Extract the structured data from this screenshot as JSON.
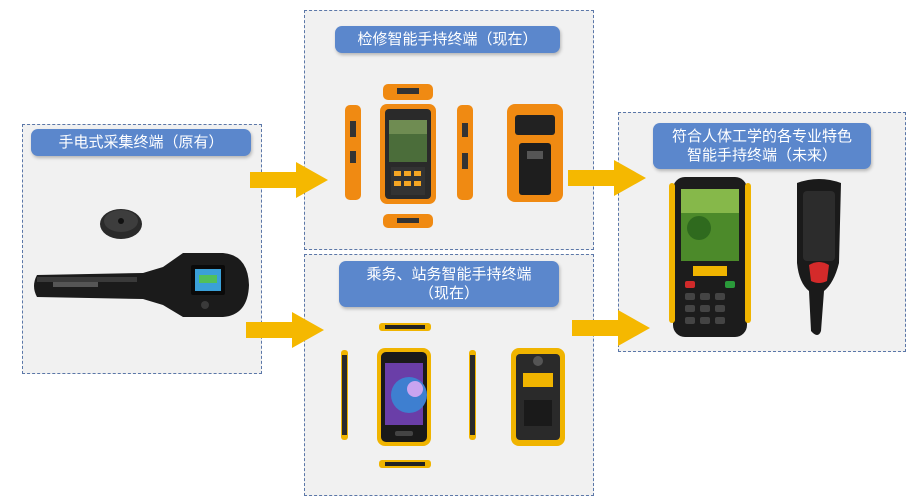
{
  "panels": {
    "original": {
      "title": "手电式采集终端（原有）"
    },
    "maintenance": {
      "title": "检修智能手持终端（现在）"
    },
    "crew": {
      "title_line1": "乘务、站务智能手持终端",
      "title_line2": "（现在）"
    },
    "future": {
      "title_line1": "符合人体工学的各专业特色",
      "title_line2": "智能手持终端（未来）"
    }
  },
  "colors": {
    "panel_bg": "#f1f1f1",
    "panel_border": "#5b77a8",
    "label_bg": "#5b87cc",
    "arrow": "#f5b800",
    "device_orange": "#f08a12",
    "device_yellow": "#f0b400",
    "device_black": "#1c1c1c"
  },
  "icons": [
    "flashlight-icon",
    "handheld-terminal-icon",
    "rugged-phone-icon",
    "ergonomic-scanner-icon",
    "right-arrow-icon"
  ]
}
